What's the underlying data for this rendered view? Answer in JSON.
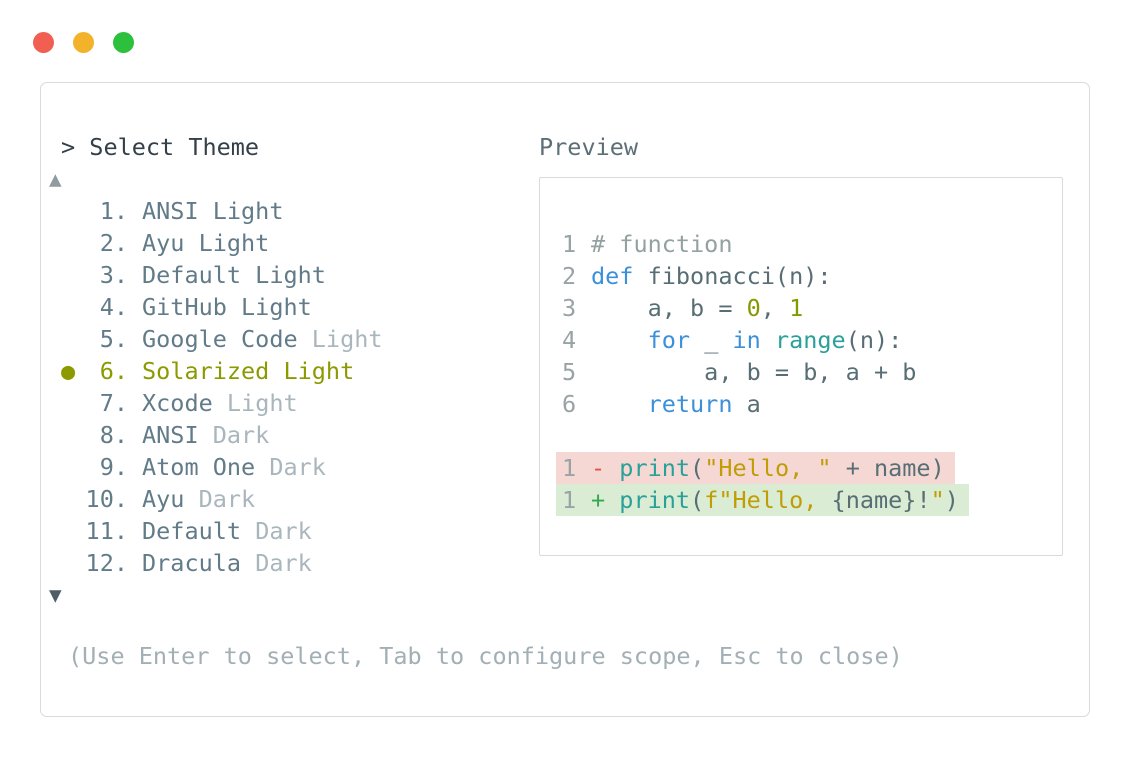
{
  "colors": {
    "trafficRed": "#f15f52",
    "trafficYellow": "#f2b32a",
    "trafficGreen": "#2dc03c",
    "dark": "#334049",
    "slate": "#627b89",
    "dim": "#a9b6bc",
    "olive": "#8c9a00",
    "codeText": "#586e75",
    "comment": "#93a1a1",
    "lineNum": "#98a3a6",
    "keyword": "#3c90da",
    "builtin": "#2aa198",
    "number": "#859900",
    "string": "#c09d05",
    "diffMinus": "#e05247",
    "diffPlus": "#36a854",
    "removedBg": "#f5d8d4",
    "addedBg": "#daecd4"
  },
  "window": {
    "controls": [
      "close",
      "minimize",
      "maximize"
    ]
  },
  "picker": {
    "prompt": "> Select Theme",
    "scroll_up_icon": "▲",
    "scroll_down_icon": "▼",
    "selected_bullet": "●",
    "footer_hint": "(Use Enter to select, Tab to configure scope, Esc to close)"
  },
  "theme_list": {
    "items": [
      {
        "number": "1.",
        "name": "ANSI Light",
        "variant": "",
        "selected": false
      },
      {
        "number": "2.",
        "name": "Ayu Light",
        "variant": "",
        "selected": false
      },
      {
        "number": "3.",
        "name": "Default Light",
        "variant": "",
        "selected": false
      },
      {
        "number": "4.",
        "name": "GitHub Light",
        "variant": "",
        "selected": false
      },
      {
        "number": "5.",
        "name": "Google Code",
        "variant": " Light",
        "selected": false
      },
      {
        "number": "6.",
        "name": "Solarized Light",
        "variant": "",
        "selected": true
      },
      {
        "number": "7.",
        "name": "Xcode",
        "variant": " Light",
        "selected": false
      },
      {
        "number": "8.",
        "name": "ANSI",
        "variant": " Dark",
        "selected": false
      },
      {
        "number": "9.",
        "name": "Atom One",
        "variant": " Dark",
        "selected": false
      },
      {
        "number": "10.",
        "name": "Ayu",
        "variant": " Dark",
        "selected": false
      },
      {
        "number": "11.",
        "name": "Default",
        "variant": " Dark",
        "selected": false
      },
      {
        "number": "12.",
        "name": "Dracula",
        "variant": " Dark",
        "selected": false
      }
    ]
  },
  "preview": {
    "label": "Preview",
    "code_lines": [
      {
        "num": "1",
        "diff": "",
        "tokens": [
          {
            "text": "# function",
            "color": "comment"
          }
        ]
      },
      {
        "num": "2",
        "diff": "",
        "tokens": [
          {
            "text": "def",
            "color": "keyword"
          },
          {
            "text": " fibonacci(n):",
            "color": "slate"
          }
        ]
      },
      {
        "num": "3",
        "diff": "",
        "tokens": [
          {
            "text": "    a, b = ",
            "color": "slate"
          },
          {
            "text": "0",
            "color": "number"
          },
          {
            "text": ", ",
            "color": "slate"
          },
          {
            "text": "1",
            "color": "number"
          }
        ]
      },
      {
        "num": "4",
        "diff": "",
        "tokens": [
          {
            "text": "    ",
            "color": "slate"
          },
          {
            "text": "for",
            "color": "keyword"
          },
          {
            "text": " _ ",
            "color": "slate"
          },
          {
            "text": "in",
            "color": "keyword"
          },
          {
            "text": " ",
            "color": "slate"
          },
          {
            "text": "range",
            "color": "builtin"
          },
          {
            "text": "(n):",
            "color": "slate"
          }
        ]
      },
      {
        "num": "5",
        "diff": "",
        "tokens": [
          {
            "text": "        a, b = b, a + b",
            "color": "slate"
          }
        ]
      },
      {
        "num": "6",
        "diff": "",
        "tokens": [
          {
            "text": "    ",
            "color": "slate"
          },
          {
            "text": "return",
            "color": "keyword"
          },
          {
            "text": " a",
            "color": "slate"
          }
        ]
      },
      {
        "num": "",
        "diff": "",
        "tokens": []
      },
      {
        "num": "1",
        "diff": "removed",
        "tokens": [
          {
            "text": "- ",
            "color": "diffMinus"
          },
          {
            "text": "print",
            "color": "builtin"
          },
          {
            "text": "(",
            "color": "slate"
          },
          {
            "text": "\"Hello, \"",
            "color": "string"
          },
          {
            "text": " + name)",
            "color": "slate"
          }
        ]
      },
      {
        "num": "1",
        "diff": "added",
        "tokens": [
          {
            "text": "+ ",
            "color": "diffPlus"
          },
          {
            "text": "print",
            "color": "builtin"
          },
          {
            "text": "(",
            "color": "slate"
          },
          {
            "text": "f\"Hello, ",
            "color": "string"
          },
          {
            "text": "{name}",
            "color": "slate"
          },
          {
            "text": "!",
            "color": "slate"
          },
          {
            "text": "\"",
            "color": "string"
          },
          {
            "text": ")",
            "color": "slate"
          }
        ]
      }
    ]
  }
}
